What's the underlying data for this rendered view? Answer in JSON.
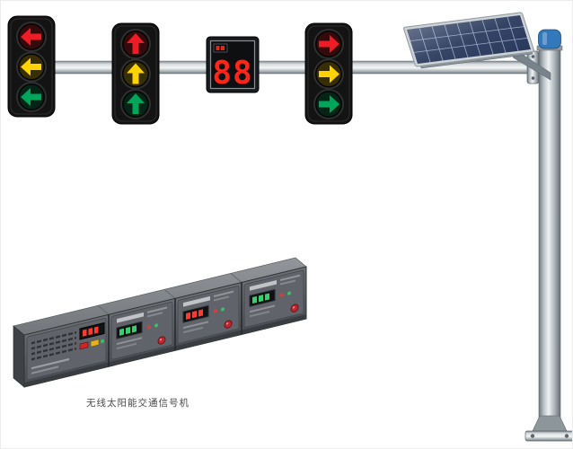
{
  "caption": {
    "text": "无线太阳能交通信号机"
  },
  "countdown": {
    "value": "88",
    "digit_color": "#ff2619"
  },
  "colors": {
    "red": "#ee1c24",
    "yellow": "#ffd200",
    "green": "#00a55c",
    "cap_blue": "#3279bc",
    "panel_blue": "#29395c"
  },
  "signals": [
    {
      "id": "left-arrow-signal",
      "direction": "left",
      "lights": [
        "red",
        "yellow",
        "green"
      ]
    },
    {
      "id": "up-arrow-signal",
      "direction": "up",
      "lights": [
        "red",
        "yellow",
        "green"
      ]
    },
    {
      "id": "right-arrow-signal",
      "direction": "right",
      "lights": [
        "red",
        "yellow",
        "green"
      ]
    }
  ],
  "solar_panel": {
    "rows": 3,
    "cols": 9
  },
  "controller": {
    "module_count": 4,
    "module_display_colors": [
      "#ff3b30",
      "#34d06e",
      "#ff3b30",
      "#34d06e"
    ]
  }
}
